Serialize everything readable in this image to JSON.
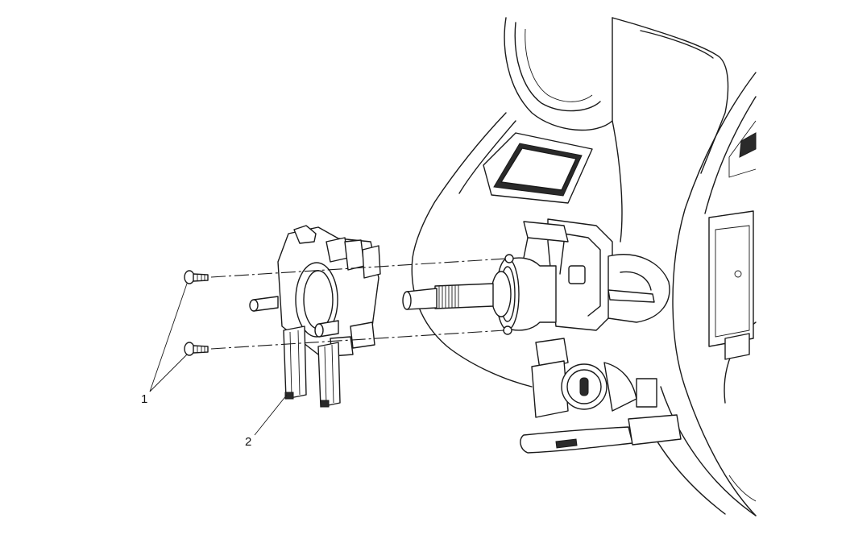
{
  "callouts": [
    {
      "label": "1",
      "part": "screws"
    },
    {
      "label": "2",
      "part": "clockspring"
    }
  ]
}
